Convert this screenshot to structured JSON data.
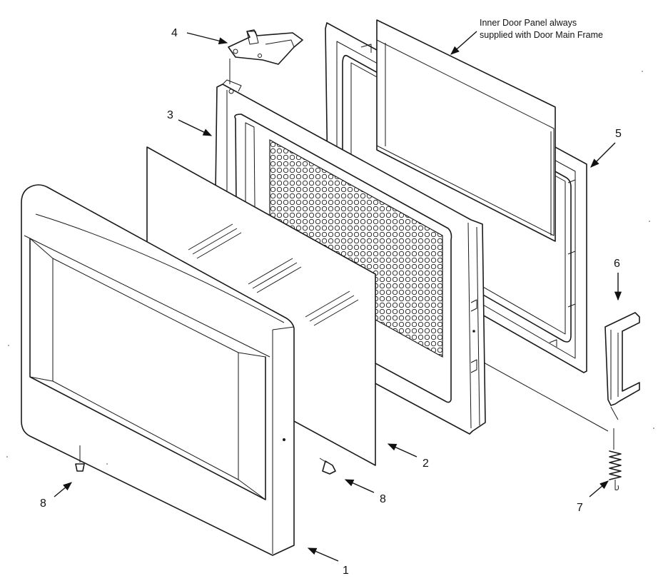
{
  "diagram": {
    "note": {
      "line1": "Inner Door Panel always",
      "line2": "supplied with Door Main Frame"
    },
    "callouts": {
      "door_front_cover": "1",
      "door_glass": "2",
      "door_main_frame": "3",
      "hinge_bracket": "4",
      "inner_door_panel": "5",
      "latch_hook": "6",
      "latch_spring": "7",
      "screw_bottom": "8",
      "screw_side": "8"
    }
  },
  "colors": {
    "line": "#1a1a1a",
    "background": "#ffffff"
  }
}
